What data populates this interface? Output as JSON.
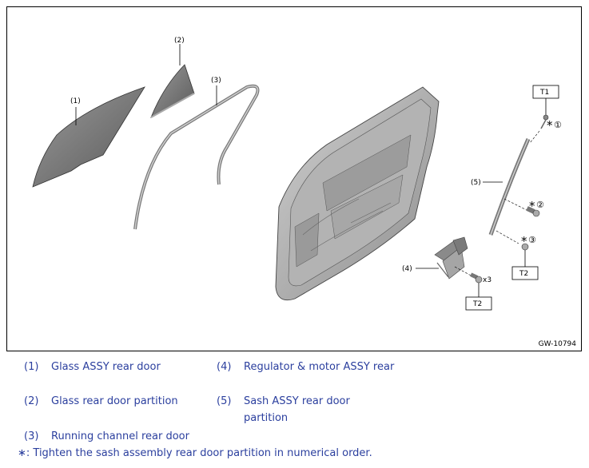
{
  "diagram": {
    "code": "GW-10794",
    "callouts": {
      "c1": "(1)",
      "c2": "(2)",
      "c3": "(3)",
      "c4": "(4)",
      "c5": "(5)"
    },
    "torque_boxes": {
      "t1": "T1",
      "t2a": "T2",
      "t2b": "T2"
    },
    "star_markers": {
      "s1": "①",
      "s2": "②",
      "s3": "③"
    },
    "asterisk": "*",
    "bolt_count": "x3"
  },
  "legend": [
    {
      "num": "(1)",
      "text": "Glass ASSY rear door"
    },
    {
      "num": "(2)",
      "text": "Glass rear door partition"
    },
    {
      "num": "(3)",
      "text": "Running channel rear door"
    },
    {
      "num": "(4)",
      "text": "Regulator & motor ASSY rear"
    },
    {
      "num": "(5)",
      "text": "Sash ASSY rear door",
      "text2": "partition"
    }
  ],
  "note": "∗: Tighten the sash assembly rear door partition in numerical order."
}
